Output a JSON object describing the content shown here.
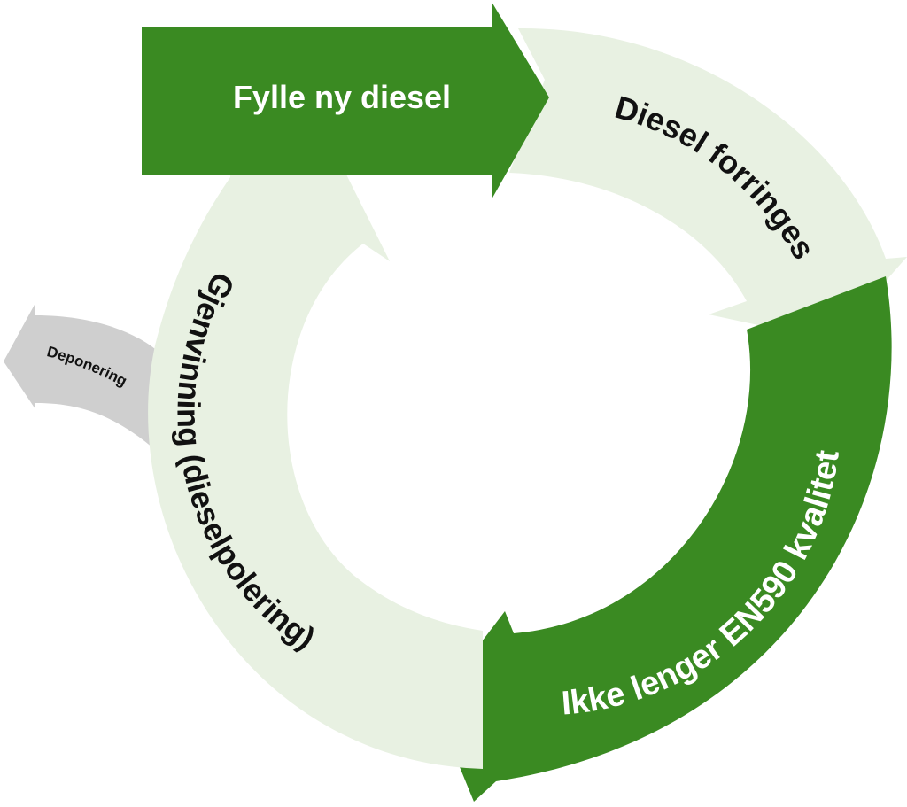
{
  "diagram": {
    "steps": [
      {
        "id": "fill",
        "label": "Fylle ny diesel",
        "color": "#3a8a22",
        "text_color": "#ffffff"
      },
      {
        "id": "degrade",
        "label": "Diesel forringes",
        "color": "#e8f1e2",
        "text_color": "#111111"
      },
      {
        "id": "offspec",
        "label": "Ikke lenger EN590 kvalitet",
        "color": "#3a8a22",
        "text_color": "#ffffff"
      },
      {
        "id": "recovery",
        "label": "Gjenvinning (dieselpolering)",
        "color": "#e8f1e2",
        "text_color": "#111111"
      }
    ],
    "exit": {
      "label": "Deponering",
      "color": "#cfcfcf",
      "text_color": "#111111"
    }
  }
}
